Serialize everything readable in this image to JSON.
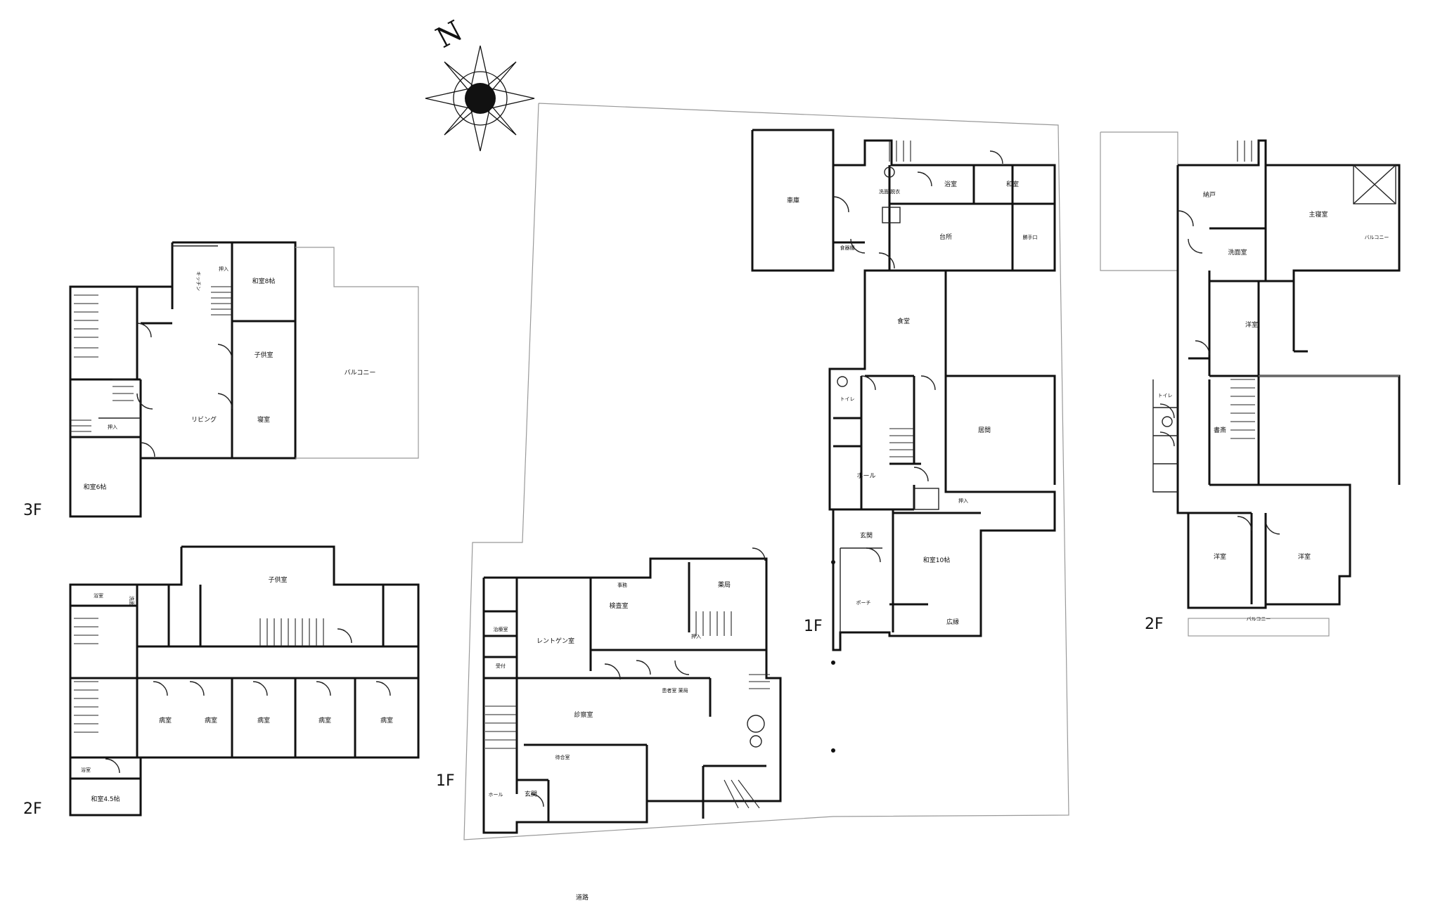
{
  "compass": {
    "north_label": "N"
  },
  "road_label": "道路",
  "plans": {
    "left_3f": {
      "floor_label": "3F",
      "rooms": {
        "washitsu_8": "和室8帖",
        "kitchen": "キッチン",
        "oshiire": "押入",
        "kodomo": "子供室",
        "living": "リビング",
        "shinshitsu": "寝室",
        "oshiire2": "押入",
        "washitsu_6": "和室6帖",
        "balcony": "バルコニー"
      }
    },
    "left_2f": {
      "floor_label": "2F",
      "rooms": {
        "kodomo": "子供室",
        "yokushitsu": "浴室",
        "senmen": "洗面",
        "byoushitsu_1": "病室",
        "byoushitsu_2": "病室",
        "byoushitsu_3": "病室",
        "byoushitsu_4": "病室",
        "byoushitsu_5": "病室",
        "yokushitsu2": "浴室",
        "washitsu": "和室4.5帖"
      }
    },
    "left_1f": {
      "floor_label": "1F",
      "rooms": {
        "xray": "レントゲン室",
        "chiryou": "治療室",
        "kensa": "検査室",
        "yakkyoku": "薬局",
        "jimu": "事務",
        "shinsatsu": "診察室",
        "machiai": "待合室",
        "oshiire": "押入",
        "uketsuke": "受付",
        "genkan": "玄関",
        "hall": "ホール",
        "kanja": "患者室 薬局"
      }
    },
    "right_1f": {
      "floor_label": "1F",
      "rooms": {
        "shako": "車庫",
        "senmen": "洗面 脱衣",
        "yokushitsu": "浴室",
        "washitsu": "和室",
        "daidokoro": "台所",
        "shokki": "食器棚",
        "shokudou": "食堂",
        "toilet": "トイレ",
        "ima": "居間",
        "hall": "ホール",
        "oshiire": "押入",
        "genkan": "玄関",
        "washitsu_10": "和室10帖",
        "porch": "ポーチ",
        "engawa": "広縁",
        "kitchen": "勝手口"
      }
    },
    "right_2f": {
      "floor_label": "2F",
      "rooms": {
        "wic": "納戸",
        "shushinshitsu": "主寝室",
        "washroom": "洗面室",
        "balcony_top": "バルコニー",
        "youshitsu_1": "洋室",
        "toilet_1": "トイレ",
        "shosai": "書斎",
        "youshitsu_2": "洋室",
        "youshitsu_3": "洋室",
        "balcony_bottom": "バルコニー"
      }
    }
  }
}
